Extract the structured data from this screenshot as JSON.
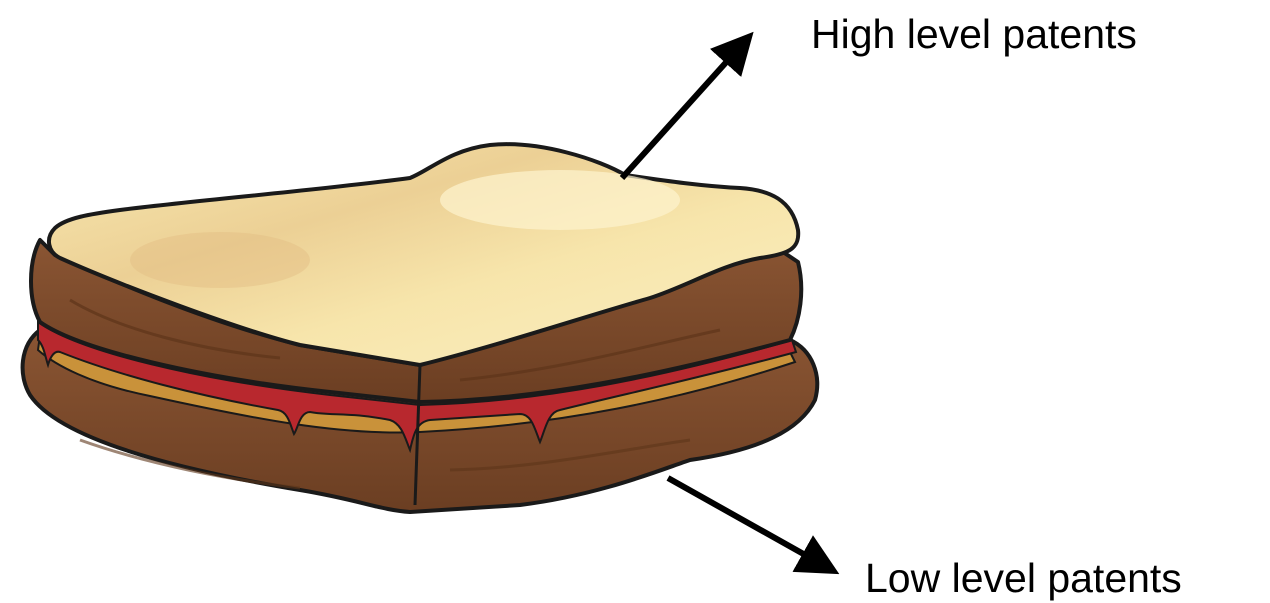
{
  "labels": {
    "high": "High level patents",
    "low": "Low level patents"
  },
  "illustration": {
    "subject": "sandwich",
    "colors": {
      "crust": "#7a4a2c",
      "crust_dark": "#5e3519",
      "bread_top": "#f6e3a6",
      "bread_shade": "#e8c98a",
      "jam": "#b8282e",
      "peanut_butter": "#c9923a",
      "outline": "#1a1a1a"
    }
  },
  "arrows": {
    "color": "#000000"
  }
}
